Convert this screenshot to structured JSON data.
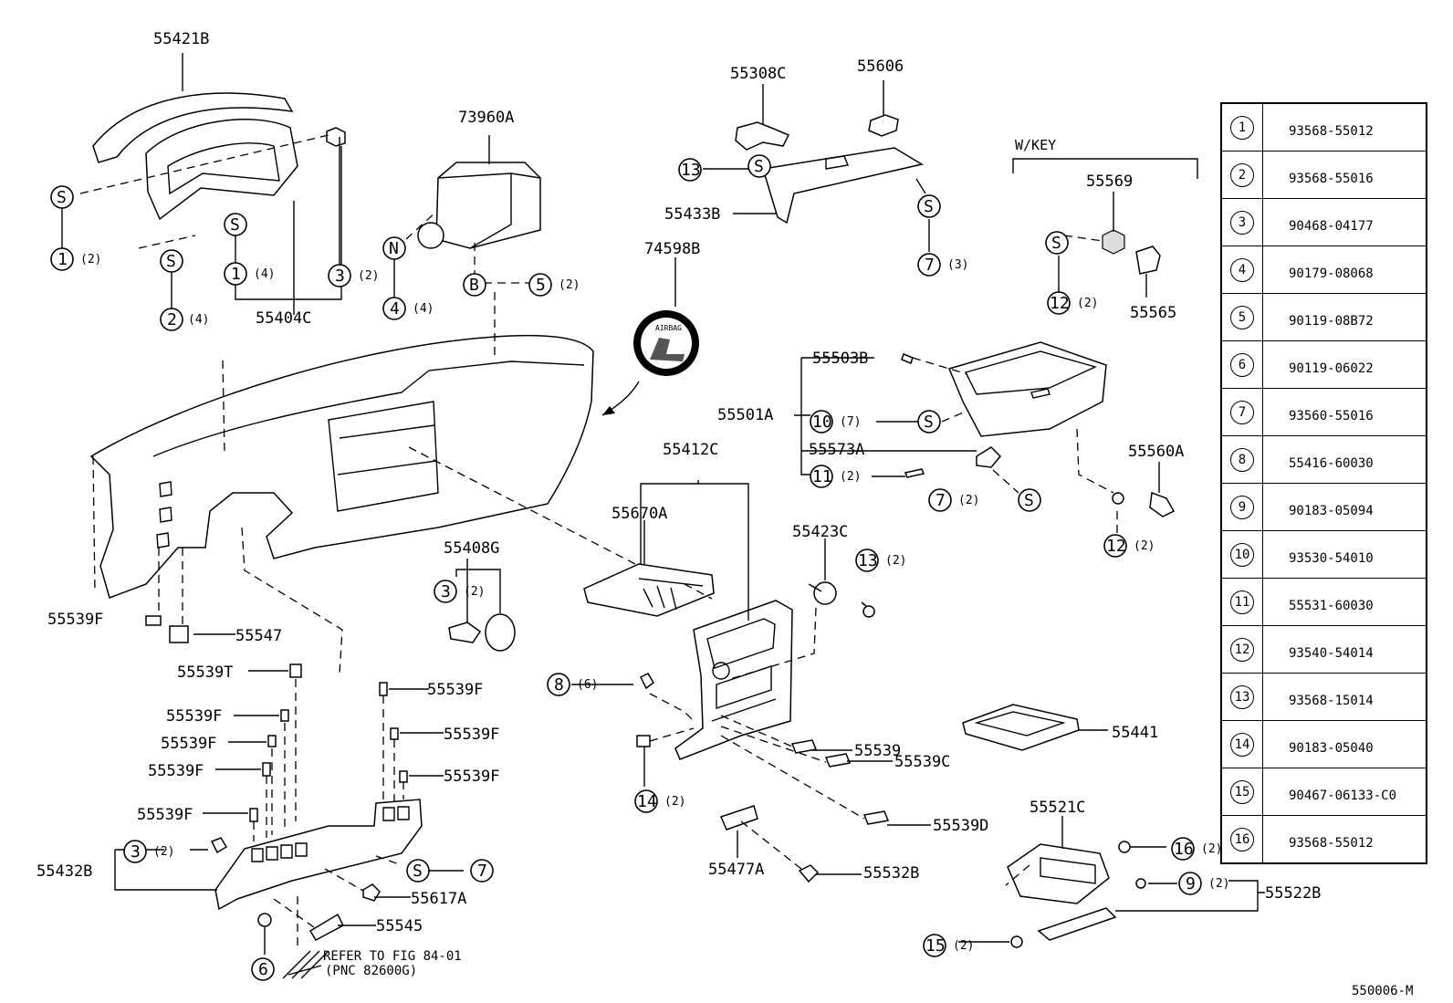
{
  "diagram": {
    "part_labels": {
      "p55421B": "55421B",
      "p55404C": "55404C",
      "p73960A": "73960A",
      "p55308C": "55308C",
      "p55606": "55606",
      "p55433B": "55433B",
      "p74598B": "74598B",
      "wkey": "W/KEY",
      "p55569": "55569",
      "p55565": "55565",
      "p55503B": "55503B",
      "p55501A": "55501A",
      "p55573A": "55573A",
      "p55560A": "55560A",
      "p55412C": "55412C",
      "p55670A": "55670A",
      "p55408G": "55408G",
      "p55423C": "55423C",
      "p55539F_left": "55539F",
      "p55547": "55547",
      "p55539T": "55539T",
      "p55539F_a": "55539F",
      "p55539F_b": "55539F",
      "p55539F_c": "55539F",
      "p55539F_d": "55539F",
      "p55539F_e": "55539F",
      "p55539F_f": "55539F",
      "p55539F_g": "55539F",
      "p55432B": "55432B",
      "p55617A": "55617A",
      "p55545": "55545",
      "refer1": "REFER TO FIG 84-01",
      "refer2": "(PNC 82600G)",
      "p55539": "55539",
      "p55539C": "55539C",
      "p55539D": "55539D",
      "p55477A": "55477A",
      "p55532B": "55532B",
      "p55441": "55441",
      "p55521C": "55521C",
      "p55522B": "55522B",
      "fig_code": "550006-M"
    },
    "letters": {
      "s": "S",
      "n": "N",
      "b": "B",
      "airbag": "AIRBAG"
    },
    "quantities": {
      "q2": "(2)",
      "q3": "(3)",
      "q4": "(4)",
      "q6": "(6)",
      "q7": "(7)"
    }
  },
  "legend": [
    {
      "key": "1",
      "part_number": "93568-55012"
    },
    {
      "key": "2",
      "part_number": "93568-55016"
    },
    {
      "key": "3",
      "part_number": "90468-04177"
    },
    {
      "key": "4",
      "part_number": "90179-08068"
    },
    {
      "key": "5",
      "part_number": "90119-08B72"
    },
    {
      "key": "6",
      "part_number": "90119-06022"
    },
    {
      "key": "7",
      "part_number": "93560-55016"
    },
    {
      "key": "8",
      "part_number": "55416-60030"
    },
    {
      "key": "9",
      "part_number": "90183-05094"
    },
    {
      "key": "10",
      "part_number": "93530-54010"
    },
    {
      "key": "11",
      "part_number": "55531-60030"
    },
    {
      "key": "12",
      "part_number": "93540-54014"
    },
    {
      "key": "13",
      "part_number": "93568-15014"
    },
    {
      "key": "14",
      "part_number": "90183-05040"
    },
    {
      "key": "15",
      "part_number": "90467-06133-C0"
    },
    {
      "key": "16",
      "part_number": "93568-55012"
    }
  ]
}
